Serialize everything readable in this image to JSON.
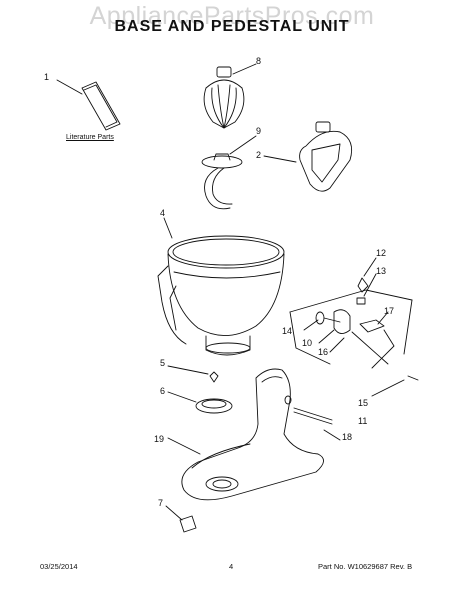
{
  "watermark": "AppliancePartsPros.com",
  "title": "BASE AND PEDESTAL UNIT",
  "literature_label": "Literature Parts",
  "callouts": {
    "c1": "1",
    "c2": "2",
    "c4": "4",
    "c5": "5",
    "c6": "6",
    "c7": "7",
    "c8": "8",
    "c9": "9",
    "c10": "10",
    "c11": "11",
    "c12": "12",
    "c13": "13",
    "c14": "14",
    "c15": "15",
    "c16": "16",
    "c17": "17",
    "c18": "18",
    "c19": "19"
  },
  "footer": {
    "date": "03/25/2014",
    "page": "4",
    "part_no": "Part No. W10629687  Rev. B"
  }
}
